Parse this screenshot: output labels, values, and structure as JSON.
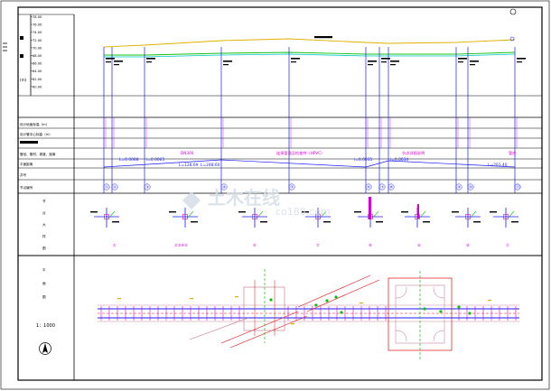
{
  "elevation_scale": {
    "values": [
      "78.00",
      "76.00",
      "74.00",
      "72.00",
      "70.00",
      "68.00",
      "66.00",
      "64.00",
      "62.00",
      "60.00"
    ],
    "unit": "(m)"
  },
  "row_labels": [
    "设计地面标高（m）",
    "设计管中心标高（m）",
    "",
    "管径、管材、坡度、距离",
    "平面距离",
    "井号",
    "节点编号"
  ],
  "profile_text": {
    "length_labels": [
      "L=0.0088",
      "i=0.0065",
      "L=128.69",
      "L=248.60",
      "i=0.0035",
      "i=0.0034",
      "L=201.40"
    ],
    "pipe_labels": [
      "DN300",
      "连接管道及检查井（HPVC）",
      "节点详图说明",
      "管底"
    ],
    "node_numbers": [
      "①",
      "②",
      "③",
      "④",
      "⑤",
      "⑥",
      "⑦",
      "⑧",
      "⑨",
      "⑩",
      "⑪",
      "⑫"
    ]
  },
  "detail_section": {
    "side_labels": [
      "节",
      "点",
      "大",
      "样",
      "图"
    ],
    "detail_numbers": [
      "①",
      "②③④⑤",
      "⑥",
      "⑦",
      "⑧",
      "⑨",
      "⑩",
      "⑪",
      "⑫"
    ]
  },
  "plan_section": {
    "side_labels": [
      "平",
      "面",
      "图"
    ],
    "scale": "1：1000",
    "north_icon": "north-arrow-icon"
  },
  "watermark": {
    "main": "土木在线",
    "sub": "co188.com"
  },
  "colors": {
    "frame": "#000000",
    "blue": "#1a1aff",
    "magenta": "#d000d0",
    "red": "#e01010",
    "green": "#10c010",
    "cyan": "#00c8c8",
    "yellow": "#e0b000",
    "pink": "#c07080"
  }
}
